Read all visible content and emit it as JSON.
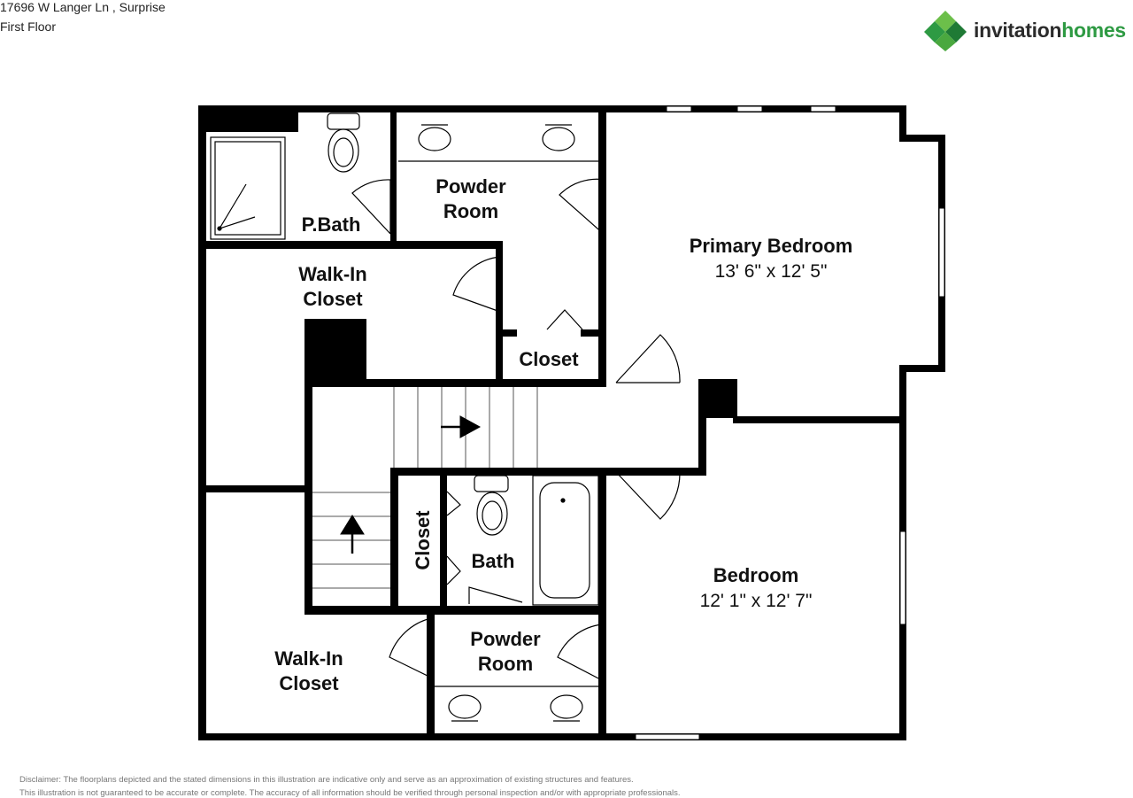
{
  "header": {
    "address": "17696 W Langer Ln , Surprise",
    "floor": "First Floor"
  },
  "logo": {
    "part1": "invitation",
    "part2": "homes",
    "icon": "diamond-logo-icon",
    "brand_color": "#2e9a43"
  },
  "rooms": {
    "pbath": "P.Bath",
    "powder_top_1": "Powder",
    "powder_top_2": "Room",
    "primary_name": "Primary Bedroom",
    "primary_dims": "13' 6\" x 12' 5\"",
    "walkin_top_1": "Walk-In",
    "walkin_top_2": "Closet",
    "closet_top": "Closet",
    "closet_mid": "Closet",
    "bath": "Bath",
    "bedroom_name": "Bedroom",
    "bedroom_dims": "12' 1\" x 12' 7\"",
    "walkin_bottom_1": "Walk-In",
    "walkin_bottom_2": "Closet",
    "powder_bottom_1": "Powder",
    "powder_bottom_2": "Room"
  },
  "disclaimer": {
    "line1": "Disclaimer: The floorplans depicted and the stated dimensions in this illustration are indicative only and serve as an approximation of existing structures and features.",
    "line2": "This illustration is not guaranteed to be accurate or complete. The accuracy of all information should be verified through personal inspection and/or with appropriate professionals."
  }
}
